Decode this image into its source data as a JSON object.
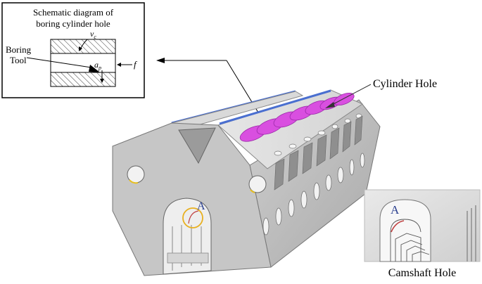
{
  "inset": {
    "title_line1": "Schematic diagram of",
    "title_line2": "boring cylinder hole",
    "vc_label": "v",
    "vc_sub": "c",
    "ap_label": "a",
    "ap_sub": "p",
    "f_label": "f",
    "tool_line1": "Boring",
    "tool_line2": "Tool"
  },
  "labels": {
    "cylinder_hole": "Cylinder Hole",
    "camshaft_hole": "Camshaft Hole",
    "marker_main": "A",
    "marker_detail": "A"
  },
  "colors": {
    "bore": "#d94fe0",
    "highlight_circle": "#e8b020",
    "marker_text": "#2a3f8f",
    "top_stripe": "#4a6fd0",
    "body_gray": "#c8c8c8"
  }
}
